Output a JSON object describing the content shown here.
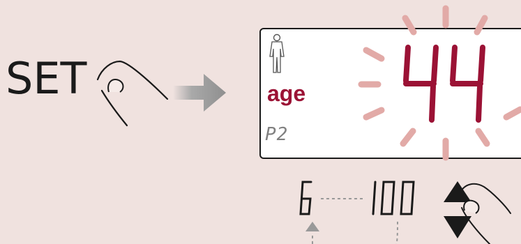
{
  "instruction": {
    "set_label": "SET"
  },
  "display": {
    "mode_label": "age",
    "program_label": "P2",
    "value": "44",
    "value_color": "#9b1235",
    "ray_color": "#e2aaa7"
  },
  "range": {
    "min": "6",
    "max": "100"
  },
  "colors": {
    "background": "#f0e2df",
    "lcd_segment": "#1a1a1a",
    "arrow_gray": "#999999",
    "dashed_gray": "#999999"
  },
  "icons": [
    "finger-press-icon",
    "arrow-right-icon",
    "person-figure-icon",
    "up-down-arrows-icon",
    "finger-press-icon",
    "arrow-up-icon"
  ]
}
